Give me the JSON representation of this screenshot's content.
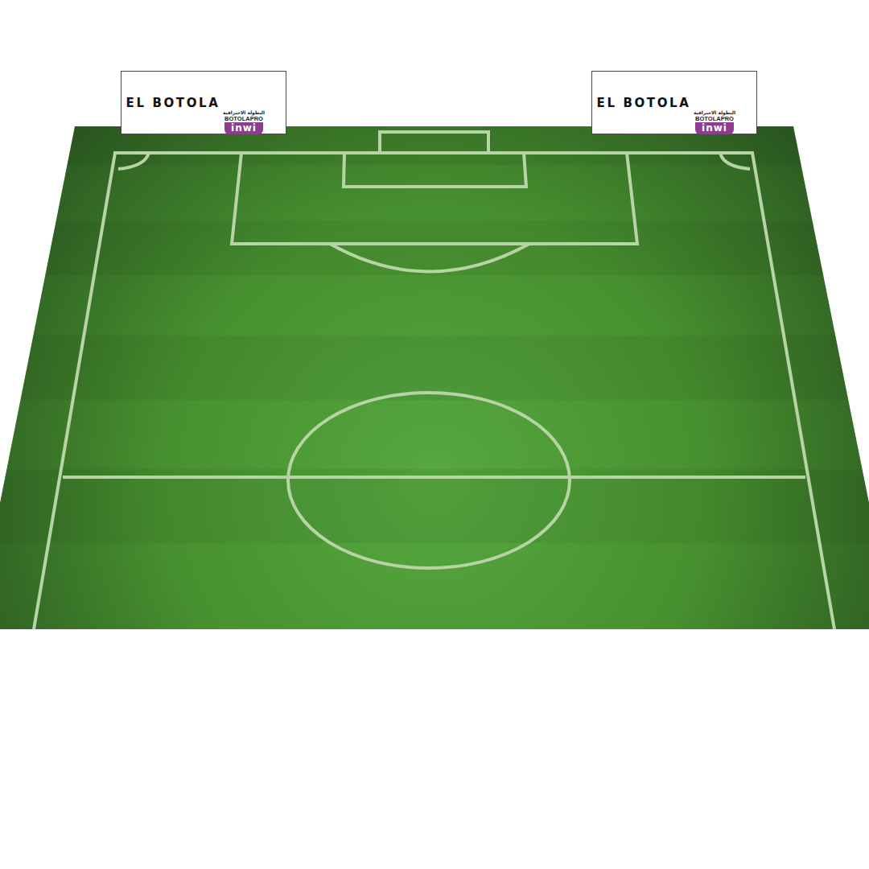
{
  "diagram": {
    "nodes": [
      {
        "text": [
          "EL BOTOLA",
          "البطولة الاحترافية",
          "BOTOLAPRO",
          "inwi"
        ]
      },
      {
        "text": [
          "EL BOTOLA",
          "البطولة الاحترافية",
          "BOTOLAPRO",
          "inwi"
        ]
      }
    ]
  }
}
